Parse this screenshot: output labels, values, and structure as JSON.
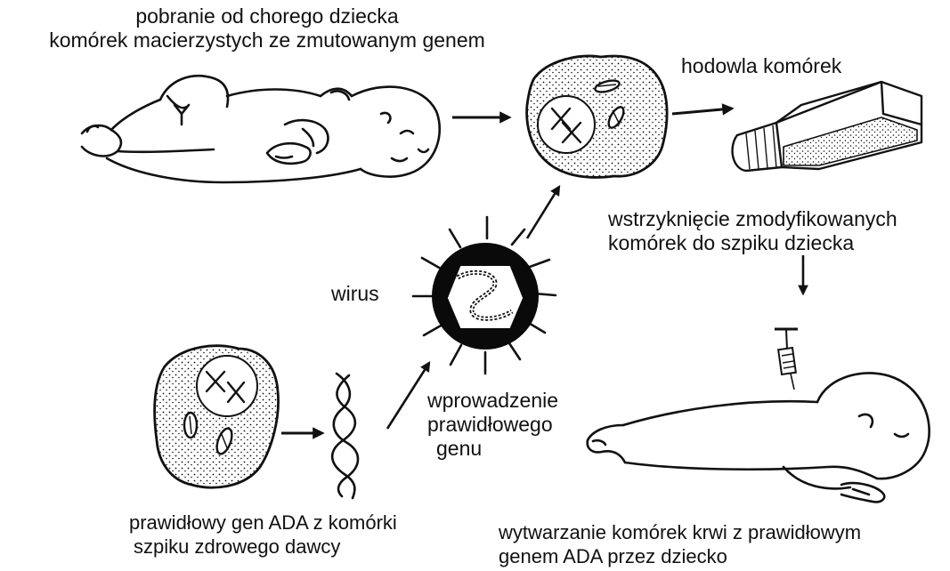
{
  "labels": {
    "harvest": [
      "pobranie od chorego dziecka",
      "komórek macierzystych ze zmutowanym genem"
    ],
    "culture": "hodowla komórek",
    "injection": [
      "wstrzyknięcie zmodyfikowanych",
      "komórek do szpiku dziecka"
    ],
    "virus": "wirus",
    "introduction": [
      "wprowadzenie",
      "prawidłowego",
      "genu"
    ],
    "donor": [
      "prawidłowy gen ADA z komórki",
      "szpiku zdrowego dawcy"
    ],
    "production": [
      "wytwarzanie komórek krwi z  prawidłowym",
      "genem ADA  przez dziecko"
    ]
  },
  "colors": {
    "ink": "#111111",
    "background": "#ffffff",
    "virus_body": "#0a0a0a"
  }
}
